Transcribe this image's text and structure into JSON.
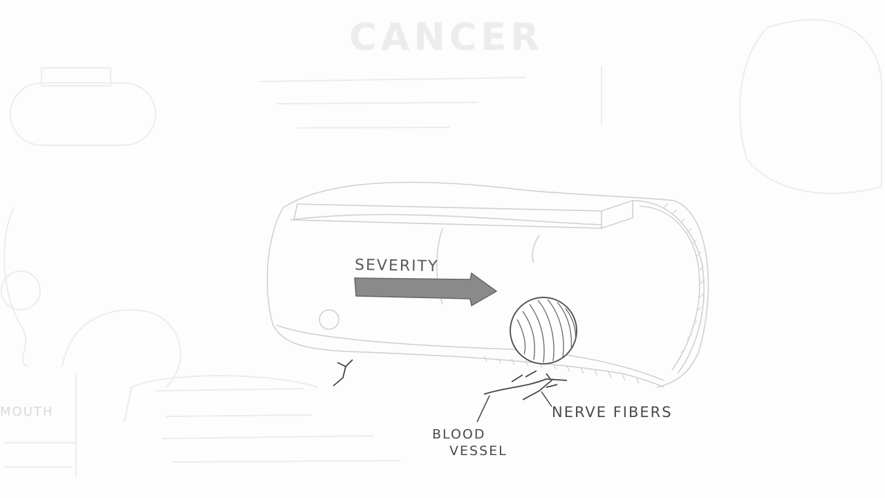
{
  "labels": {
    "severity": "SEVERITY",
    "nerve_fibers": "NERVE FIBERS",
    "blood_vessel_line1": "BLOOD",
    "blood_vessel_line2": "VESSEL",
    "faint_title": "CANCER",
    "faint_mouth": "MOUTH"
  },
  "colors": {
    "arrow_fill": "#8a8a8a",
    "ink": "#555555",
    "faint_ink": "#e6e6e6"
  }
}
